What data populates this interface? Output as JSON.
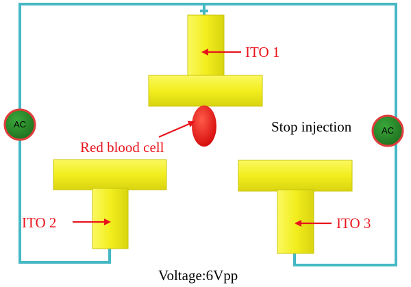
{
  "diagram": {
    "labels": {
      "ito1": "ITO 1",
      "ito2": "ITO 2",
      "ito3": "ITO 3",
      "cell": "Red blood cell",
      "status": "Stop injection",
      "voltage": "Voltage:6Vpp"
    },
    "sources": [
      {
        "label": "AC"
      },
      {
        "label": "AC"
      }
    ],
    "colors": {
      "wire": "#45b8c4",
      "electrode": "#f2ee1e",
      "electrode_shade": "#c9c40c",
      "cell": "#ee1010",
      "source_fill": "#2e8b2e",
      "source_ring": "#e03c3c",
      "label_red": "#e8141c",
      "label_black": "#000000"
    }
  }
}
